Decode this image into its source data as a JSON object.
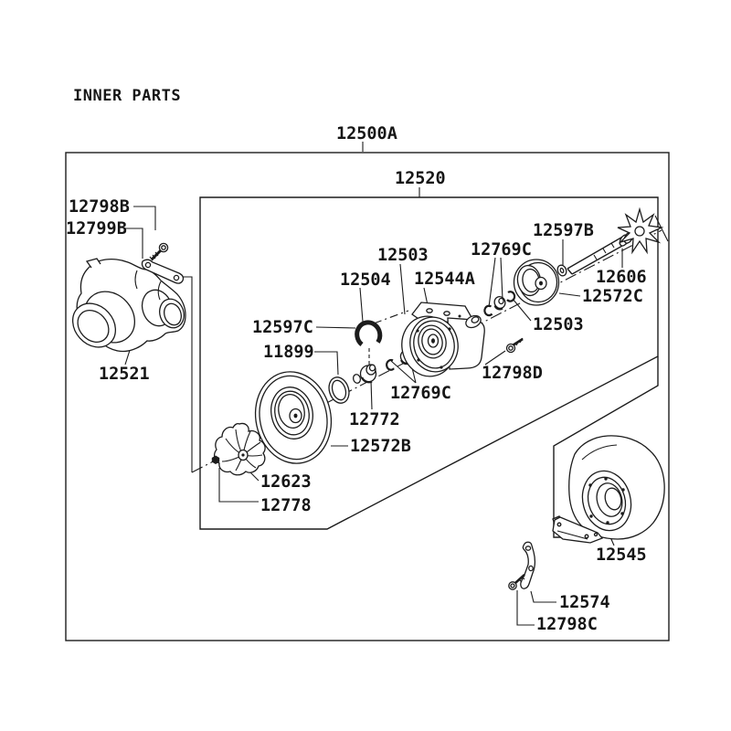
{
  "title": "INNER PARTS",
  "diagram": {
    "assembly_code": "12500A",
    "subassembly_code": "12520",
    "parts": [
      {
        "num": "12798B",
        "desc": "bolt-upper-left"
      },
      {
        "num": "12799B",
        "desc": "bracket-arm"
      },
      {
        "num": "12521",
        "desc": "compressor-housing"
      },
      {
        "num": "12503",
        "desc": "seal-ring-front"
      },
      {
        "num": "12504",
        "desc": "thrust-bearing"
      },
      {
        "num": "12544A",
        "desc": "center-bearing-housing"
      },
      {
        "num": "12769C",
        "desc": "seal-rings-upper"
      },
      {
        "num": "12597B",
        "desc": "washer-ring"
      },
      {
        "num": "12606",
        "desc": "turbine-shaft-wheel"
      },
      {
        "num": "12572C",
        "desc": "back-plate-wheel"
      },
      {
        "num": "12503",
        "desc": "seal-ring-rear"
      },
      {
        "num": "12798D",
        "desc": "bolt-center"
      },
      {
        "num": "12597C",
        "desc": "snap-ring"
      },
      {
        "num": "11899",
        "desc": "o-ring"
      },
      {
        "num": "12772",
        "desc": "collar"
      },
      {
        "num": "12572B",
        "desc": "seal-plate"
      },
      {
        "num": "12769C",
        "desc": "seal-rings-lower"
      },
      {
        "num": "12623",
        "desc": "compressor-wheel"
      },
      {
        "num": "12778",
        "desc": "lock-nut"
      },
      {
        "num": "12545",
        "desc": "turbine-housing"
      },
      {
        "num": "12574",
        "desc": "support-bracket"
      },
      {
        "num": "12798C",
        "desc": "bolt-lower"
      }
    ]
  },
  "colors": {
    "ink": "#1c1c1c",
    "paper": "#ffffff"
  }
}
